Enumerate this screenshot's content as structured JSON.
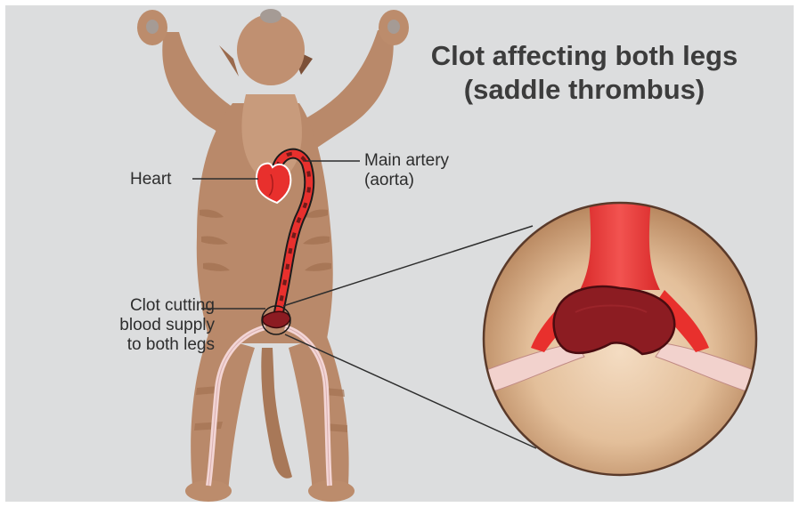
{
  "title": {
    "line1": "Clot affecting both legs",
    "line2": "(saddle thrombus)"
  },
  "labels": {
    "heart": "Heart",
    "aorta_line1": "Main artery",
    "aorta_line2": "(aorta)",
    "clot_line1": "Clot cutting",
    "clot_line2": "blood supply",
    "clot_line3": "to both legs"
  },
  "colors": {
    "background": "#dcddde",
    "cat_fur": "#b9896a",
    "artery_red": "#e8302d",
    "clot": "#8c1c22",
    "text": "#2d2d2d"
  }
}
